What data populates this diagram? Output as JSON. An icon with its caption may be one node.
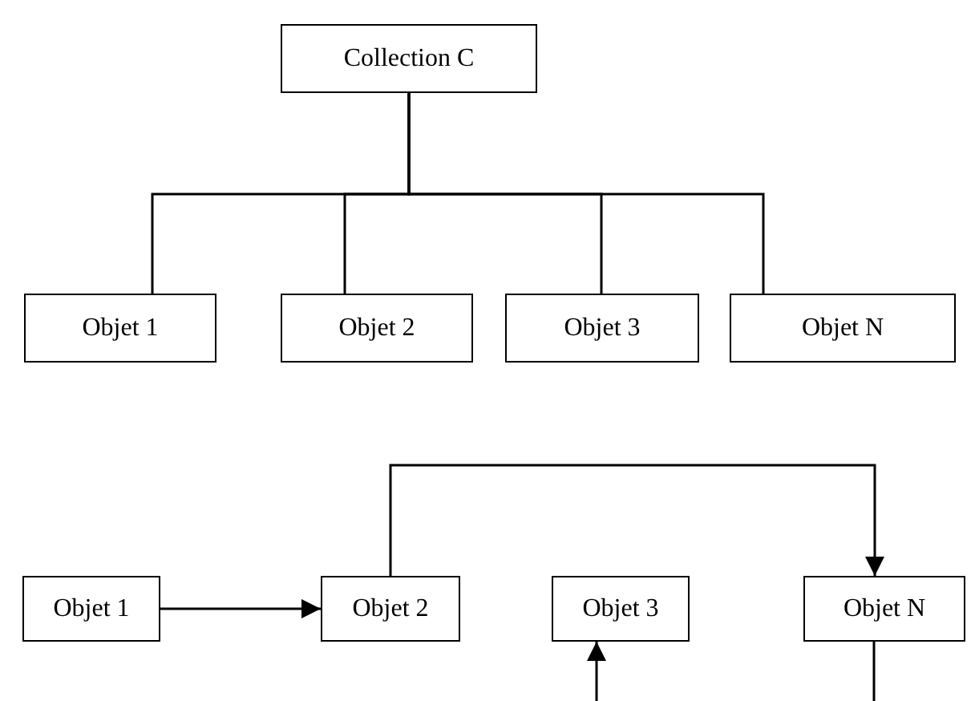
{
  "diagram": {
    "nodes": [
      {
        "text": [
          "Collection C"
        ]
      },
      {
        "text": [
          "Objet 1"
        ]
      },
      {
        "text": [
          "Objet 2"
        ]
      },
      {
        "text": [
          "Objet 3"
        ]
      },
      {
        "text": [
          "Objet N"
        ]
      },
      {
        "text": [
          "Objet 1"
        ]
      },
      {
        "text": [
          "Objet 2"
        ]
      },
      {
        "text": [
          "Objet 3"
        ]
      },
      {
        "text": [
          "Objet N"
        ]
      }
    ],
    "edges": [
      {
        "from": 0,
        "to": 1,
        "arrow": "none"
      },
      {
        "from": 0,
        "to": 2,
        "arrow": "none"
      },
      {
        "from": 0,
        "to": 3,
        "arrow": "none"
      },
      {
        "from": 0,
        "to": 4,
        "arrow": "none"
      },
      {
        "from": 5,
        "to": 6,
        "arrow": "to"
      },
      {
        "from": 6,
        "to": 8,
        "arrow": "to"
      },
      {
        "from": null,
        "to": 7,
        "arrow": "to"
      },
      {
        "from": 8,
        "to": null,
        "arrow": "none"
      }
    ]
  }
}
